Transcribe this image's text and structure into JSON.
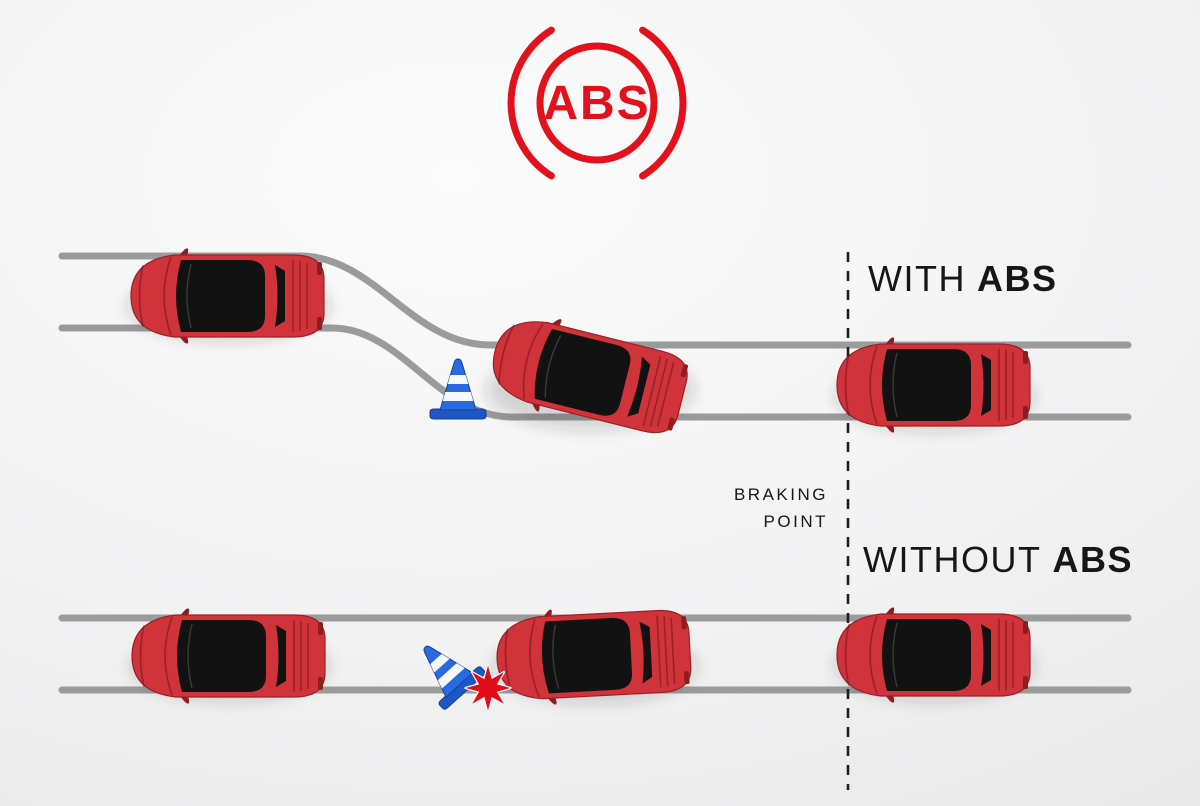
{
  "logo": {
    "text": "ABS"
  },
  "labels": {
    "with": {
      "prefix": "WITH",
      "bold": "ABS"
    },
    "without": {
      "prefix": "WITHOUT",
      "bold": "ABS"
    },
    "braking_point": {
      "line1": "BRAKING",
      "line2": "POINT"
    }
  },
  "colors": {
    "logo_red": "#e2111c",
    "car_red": "#d0333a",
    "glass_black": "#121212",
    "road_gray": "#9b9b9b",
    "text_dark": "#161616",
    "cone_blue": "#2a6ae0",
    "cone_base_blue": "#1e56c8",
    "cone_stripe": "#f4f8ff",
    "crash_red": "#e30b17",
    "line_black": "#1f1f1f"
  }
}
